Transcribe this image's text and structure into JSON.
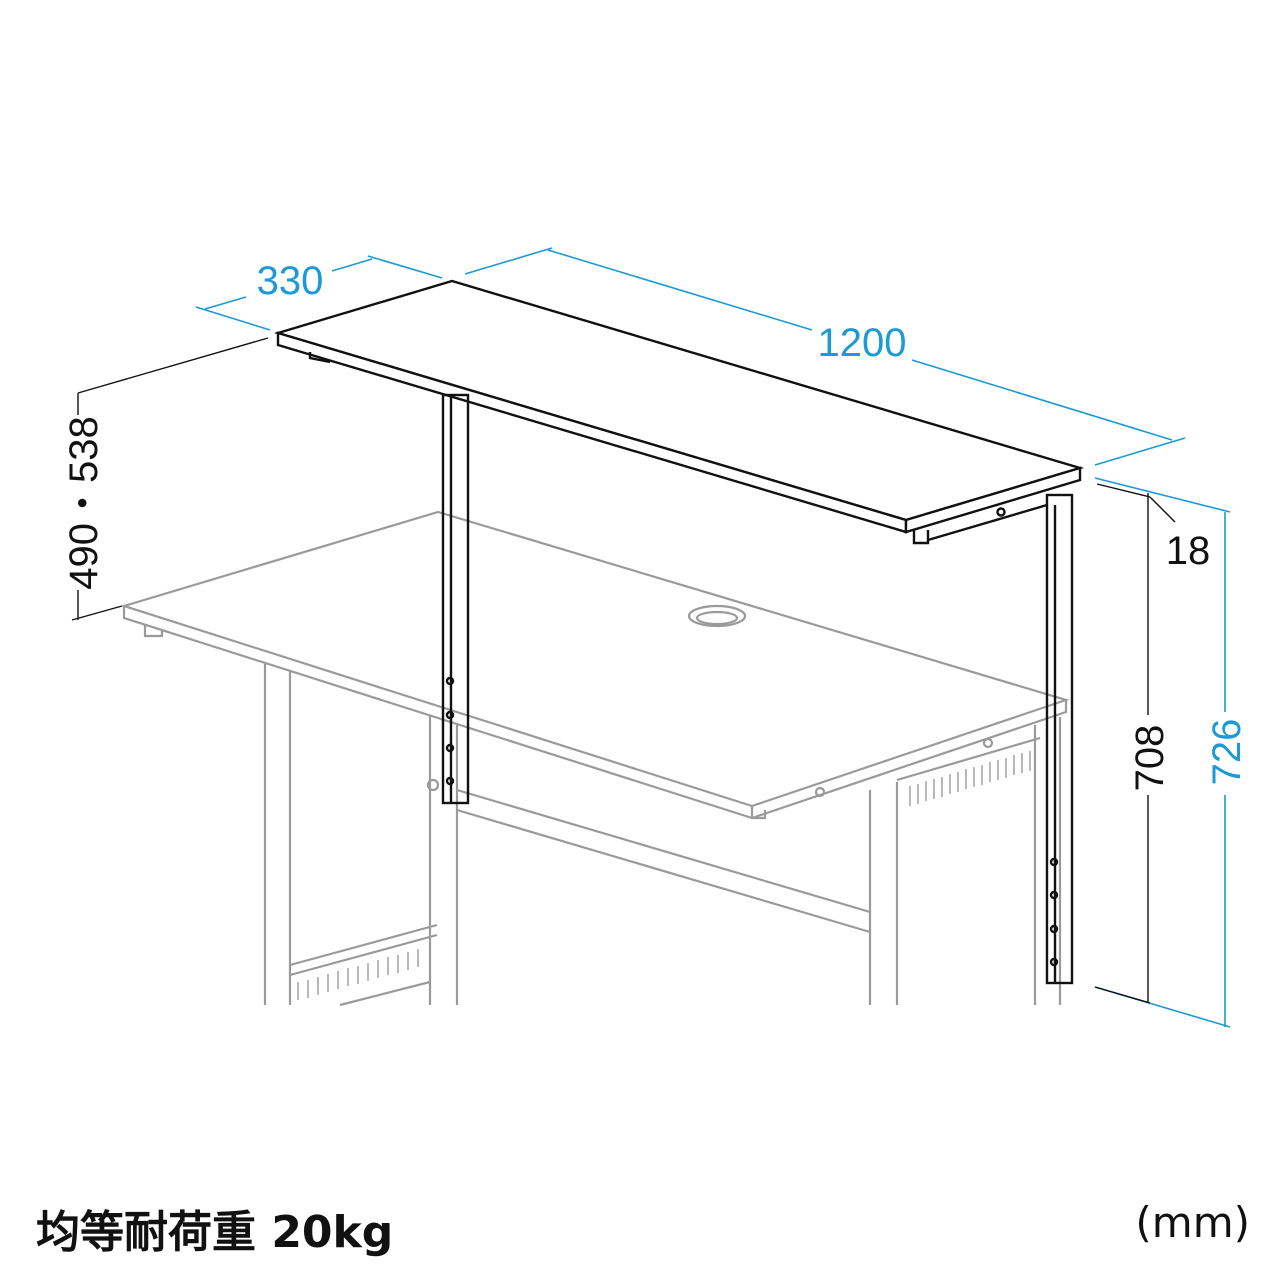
{
  "dimensions": {
    "depth": "330",
    "width": "1200",
    "shelf_height": "490・538",
    "thickness": "18",
    "leg_height": "708",
    "total_height": "726"
  },
  "caption": {
    "load": "均等耐荷重 20kg",
    "unit": "(mm)"
  },
  "colors": {
    "dimension_blue": "#1a9ad6",
    "desk_gray": "#9a9a9a",
    "shelf_black": "#111111"
  }
}
